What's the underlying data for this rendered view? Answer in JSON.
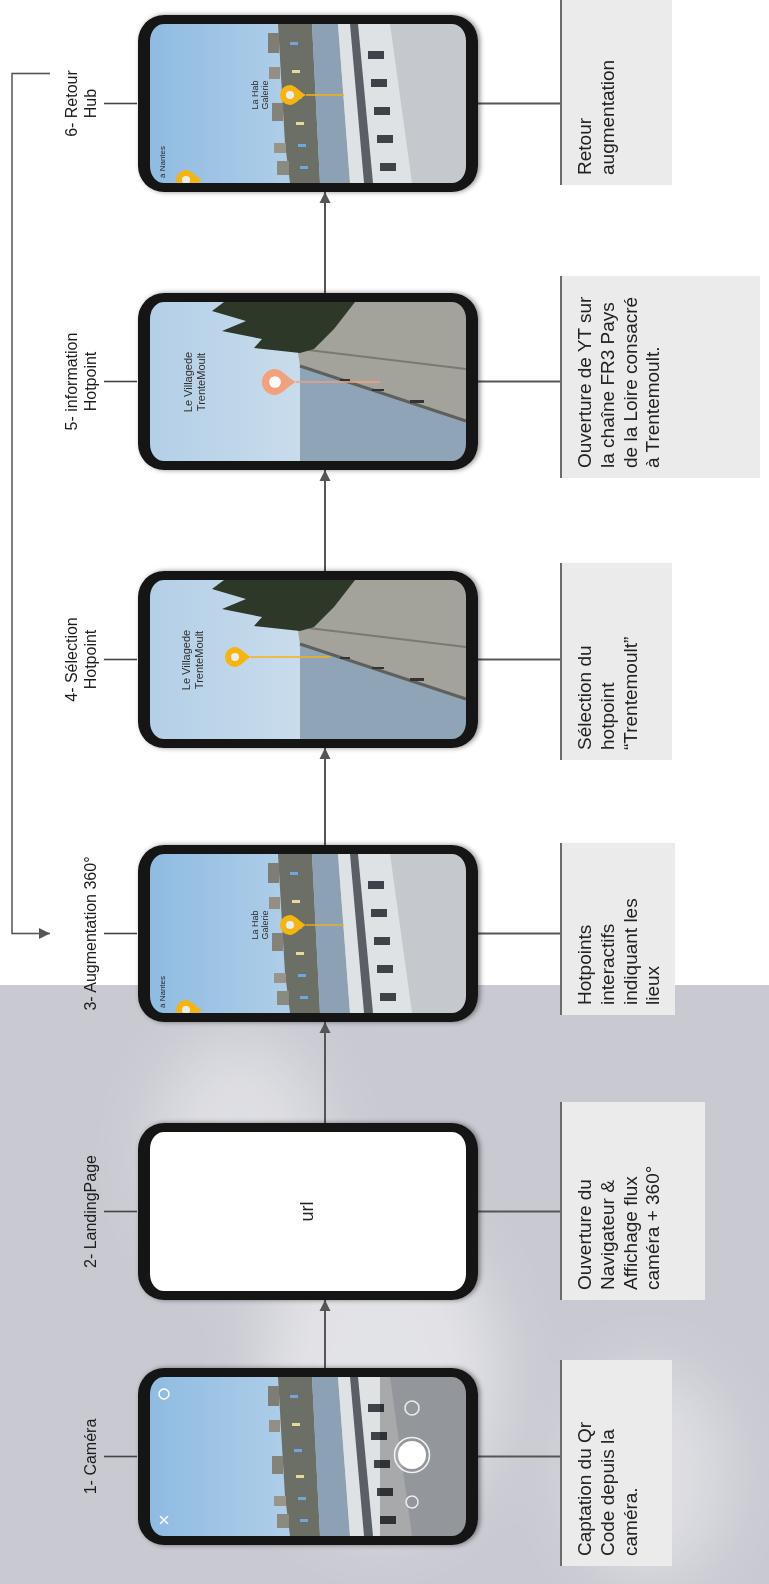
{
  "diagram": {
    "nodes": [
      {
        "text": [
          "1- Caméra"
        ]
      },
      {
        "text": [
          "2- LandingPage",
          "url"
        ]
      },
      {
        "text": [
          "3- Augmentation 360°"
        ]
      },
      {
        "text": [
          "4- Sélection Hotpoint"
        ]
      },
      {
        "text": [
          "5- information Hotpoint"
        ]
      },
      {
        "text": [
          "6- Retour Hub"
        ]
      },
      {
        "text": [
          "Captation du Qr Code depuis la caméra."
        ]
      },
      {
        "text": [
          "Ouverture du Navigateur & Affichage flux caméra + 360°"
        ]
      },
      {
        "text": [
          "Hotpoints interactifs indiquant les lieux"
        ]
      },
      {
        "text": [
          "Sélection du hotpoint “Trentemoult”"
        ]
      },
      {
        "text": [
          "Ouverture de YT sur la chaîne FR3 Pays de la Loire consacré à Trentemoult."
        ]
      },
      {
        "text": [
          "Retour augmentation"
        ]
      }
    ],
    "edges": [
      {
        "from": 0,
        "to": 1,
        "arrow": "to"
      },
      {
        "from": 1,
        "to": 2,
        "arrow": "to"
      },
      {
        "from": 2,
        "to": 3,
        "arrow": "to"
      },
      {
        "from": 3,
        "to": 4,
        "arrow": "to"
      },
      {
        "from": 4,
        "to": 5,
        "arrow": "to"
      },
      {
        "from": 5,
        "to": 2,
        "arrow": "to"
      },
      {
        "from": 0,
        "to": 6,
        "arrow": "none"
      },
      {
        "from": 1,
        "to": 7,
        "arrow": "none"
      },
      {
        "from": 2,
        "to": 8,
        "arrow": "none"
      },
      {
        "from": 3,
        "to": 9,
        "arrow": "none"
      },
      {
        "from": 4,
        "to": 10,
        "arrow": "none"
      },
      {
        "from": 5,
        "to": 11,
        "arrow": "none"
      }
    ],
    "labels": [
      "La Hab Galerie",
      "à Nantes",
      "Le Villagede TrenteMoult",
      "Le Villagede TrenteMoult",
      "La Hab Galerie",
      "à Nantes"
    ]
  }
}
